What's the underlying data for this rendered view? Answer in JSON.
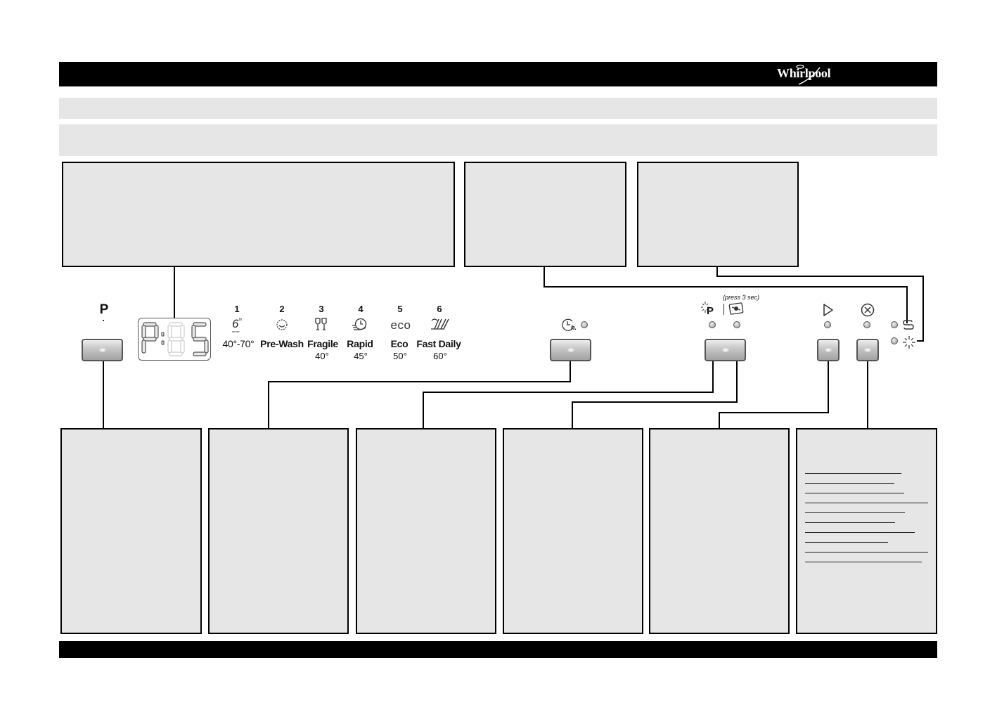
{
  "brand": {
    "logo_text": "Whirlpool"
  },
  "display": {
    "digits": "P:85"
  },
  "panel": {
    "program_button_symbol": "P",
    "programs": [
      {
        "number": "1",
        "icon": "auto-6th-sense-icon",
        "label": "40°-70°",
        "temp": ""
      },
      {
        "number": "2",
        "icon": "pre-wash-icon",
        "label": "Pre-Wash",
        "temp": ""
      },
      {
        "number": "3",
        "icon": "wine-glasses-icon",
        "label": "Fragile",
        "temp": "40°"
      },
      {
        "number": "4",
        "icon": "rapid-icon",
        "label": "Rapid",
        "temp": "45°"
      },
      {
        "number": "5",
        "icon": "eco-icon",
        "label": "Eco",
        "temp": "50°",
        "icon_text": "eco"
      },
      {
        "number": "6",
        "icon": "fast-daily-icon",
        "label": "Fast Daily",
        "temp": "60°"
      }
    ],
    "options_hint": "(press 3 sec)",
    "delay_symbol": "h."
  },
  "colors": {
    "bar": "#000000",
    "band": "#e6e6e6",
    "box_border": "#000000"
  }
}
